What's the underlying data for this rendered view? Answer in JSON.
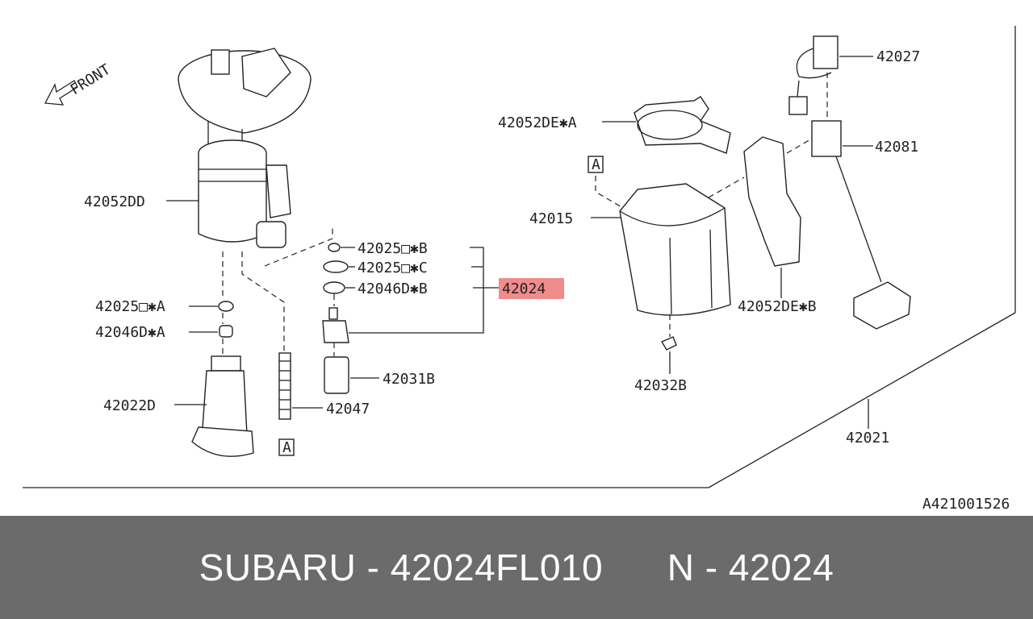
{
  "front_label": "FRONT",
  "callouts": {
    "p42027": "42027",
    "p42081": "42081",
    "p42052DE_A": "42052DE✱A",
    "p42052DE_B": "42052DE✱B",
    "p42015": "42015",
    "p42052DD": "42052DD",
    "p42025_B": "42025□✱B",
    "p42025_C": "42025□✱C",
    "p42046D_B": "42046D✱B",
    "p42024": "42024",
    "p42025_A": "42025□✱A",
    "p42046D_A": "42046D✱A",
    "p42031B": "42031B",
    "p42022D": "42022D",
    "p42047": "42047",
    "p42032B": "42032B",
    "p42021": "42021",
    "ref_a": "A",
    "code": "A421001526"
  },
  "highlight_color": "#f08c8c",
  "footer": {
    "brand_part": "SUBARU - 42024FL010",
    "number": "N - 42024"
  }
}
